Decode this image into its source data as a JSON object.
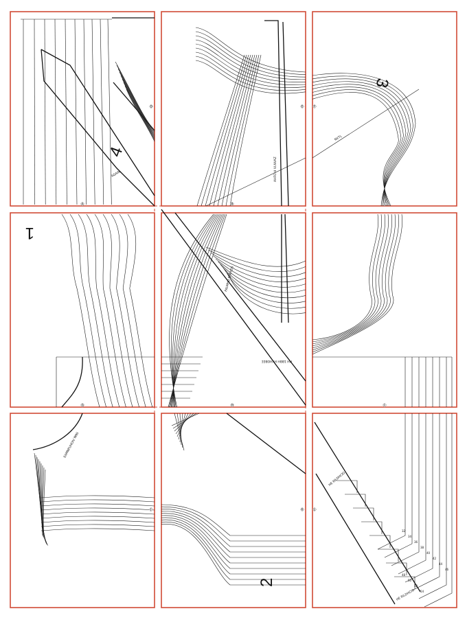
{
  "piece_numbers": [
    "4",
    "3",
    "1",
    "2"
  ],
  "piece_labels": {
    "top_middle": "AHFO H VLNVAZ",
    "center": "FALMHD EFNYZO",
    "center_right": "HH 1BBH HVHOBEE",
    "top_right": "NVTL",
    "top_left": "AGAIN",
    "bottom_left": "EAMNFUHOIV NNS",
    "bottom_right_a": "HE RILDHCIO",
    "bottom_right_b": "HE RILDHCIO"
  },
  "size_labels": [
    "32",
    "34",
    "36",
    "38",
    "40",
    "42",
    "44",
    "46",
    "48",
    "50",
    "52",
    "54"
  ],
  "tile_markers": [
    "A",
    "B",
    "C",
    "D",
    "E",
    "F",
    "G",
    "H",
    "I",
    "J",
    "K",
    "L"
  ],
  "colors": {
    "tile_border": "#d04a35",
    "pattern_line": "#1a1a1a",
    "paper": "#ffffff"
  }
}
